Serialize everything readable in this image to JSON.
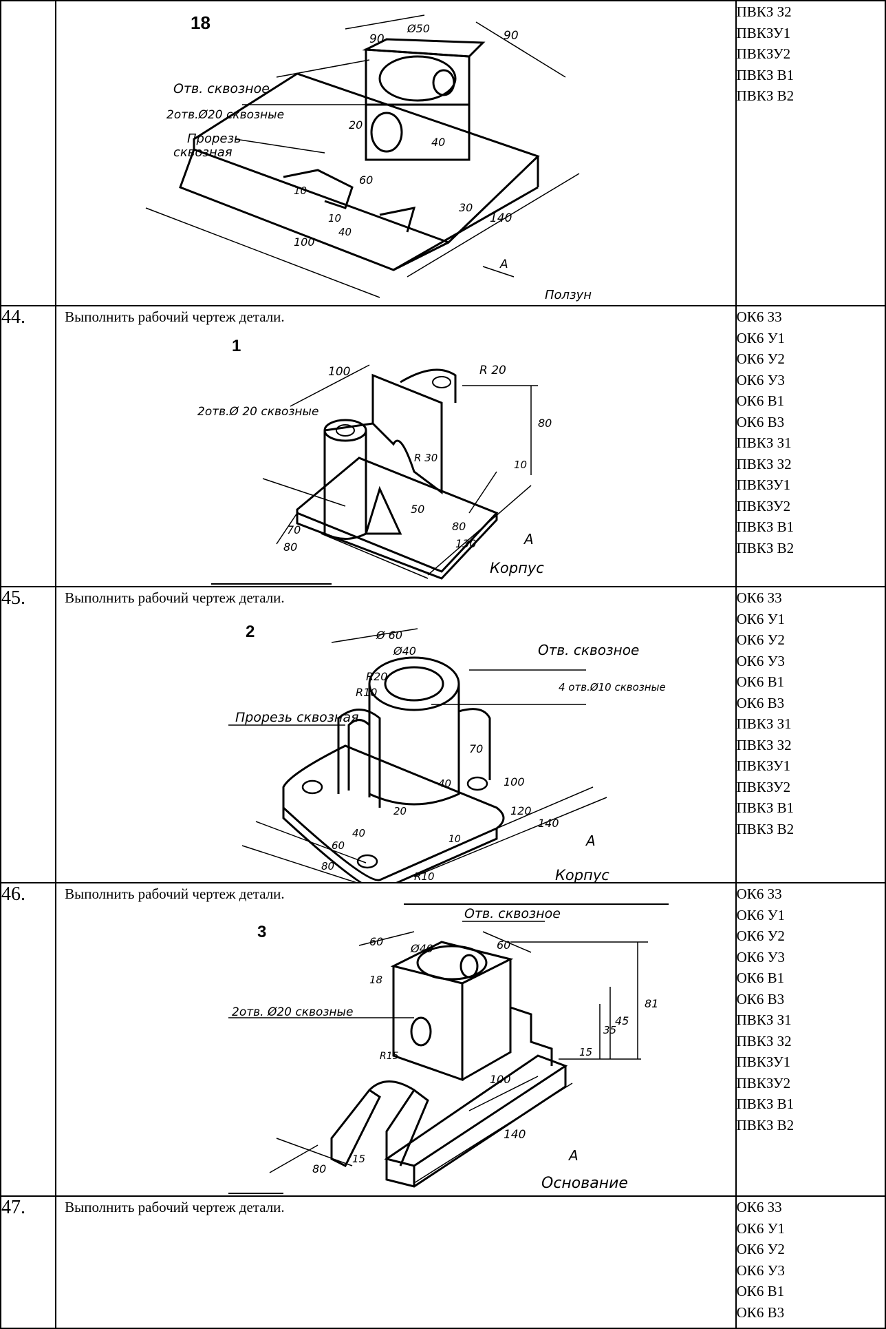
{
  "rows": [
    {
      "number": "",
      "task": "",
      "figure": {
        "number": "18",
        "name": "Ползун",
        "view_label": "A",
        "annotations": [
          "Отв. сквозное",
          "2отв.Ø20 сквозные",
          "Прорезь",
          "сквозная"
        ],
        "dimensions": [
          "90",
          "Ø50",
          "90",
          "20",
          "40",
          "30",
          "140",
          "60",
          "10",
          "10",
          "40",
          "100"
        ]
      },
      "codes": [
        "ПВКЗ З2",
        "ПВКЗУ1",
        "ПВКЗУ2",
        "ПВКЗ В1",
        "ПВКЗ В2"
      ]
    },
    {
      "number": "44.",
      "task": "Выполнить рабочий чертеж детали.",
      "figure": {
        "number": "1",
        "name": "Корпус",
        "view_label": "A",
        "annotations": [
          "2отв.Ø 20 сквозные"
        ],
        "dimensions": [
          "100",
          "R 20",
          "80",
          "R 30",
          "10",
          "50",
          "80",
          "130",
          "70",
          "80"
        ]
      },
      "codes": [
        "ОК6 З3",
        "ОК6 У1",
        "ОК6 У2",
        "ОК6 У3",
        "ОК6 В1",
        "ОК6 В3",
        "ПВКЗ З1",
        "ПВКЗ З2",
        "ПВКЗУ1",
        "ПВКЗУ2",
        "ПВКЗ В1",
        "ПВКЗ В2"
      ]
    },
    {
      "number": "45.",
      "task": "Выполнить рабочий чертеж детали.",
      "figure": {
        "number": "2",
        "name": "Корпус",
        "view_label": "A",
        "annotations": [
          "Отв. сквозное",
          "4 отв.Ø10 сквозные",
          "Прорезь сквозная"
        ],
        "dimensions": [
          "Ø 60",
          "Ø40",
          "R20",
          "R10",
          "70",
          "40",
          "100",
          "120",
          "140",
          "20",
          "40",
          "60",
          "80",
          "10",
          "R10"
        ]
      },
      "codes": [
        "ОК6 З3",
        "ОК6 У1",
        "ОК6 У2",
        "ОК6 У3",
        "ОК6 В1",
        "ОК6 В3",
        "ПВКЗ З1",
        "ПВКЗ З2",
        "ПВКЗУ1",
        "ПВКЗУ2",
        "ПВКЗ В1",
        "ПВКЗ В2"
      ]
    },
    {
      "number": "46.",
      "task": "Выполнить рабочий чертеж детали.",
      "figure": {
        "number": "3",
        "name": "Основание",
        "view_label": "A",
        "annotations": [
          "Отв. сквозное",
          "2отв. Ø20 сквозные"
        ],
        "dimensions": [
          "60",
          "Ø40",
          "60",
          "18",
          "81",
          "45",
          "35",
          "15",
          "100",
          "R15",
          "140",
          "80",
          "15"
        ]
      },
      "codes": [
        "ОК6 З3",
        "ОК6 У1",
        "ОК6 У2",
        "ОК6 У3",
        "ОК6 В1",
        "ОК6 В3",
        "ПВКЗ З1",
        "ПВКЗ З2",
        "ПВКЗУ1",
        "ПВКЗУ2",
        "ПВКЗ В1",
        "ПВКЗ В2"
      ]
    },
    {
      "number": "47.",
      "task": "Выполнить рабочий чертеж детали.",
      "codes": [
        "ОК6 З3",
        "ОК6 У1",
        "ОК6 У2",
        "ОК6 У3",
        "ОК6 В1",
        "ОК6 В3"
      ]
    }
  ]
}
